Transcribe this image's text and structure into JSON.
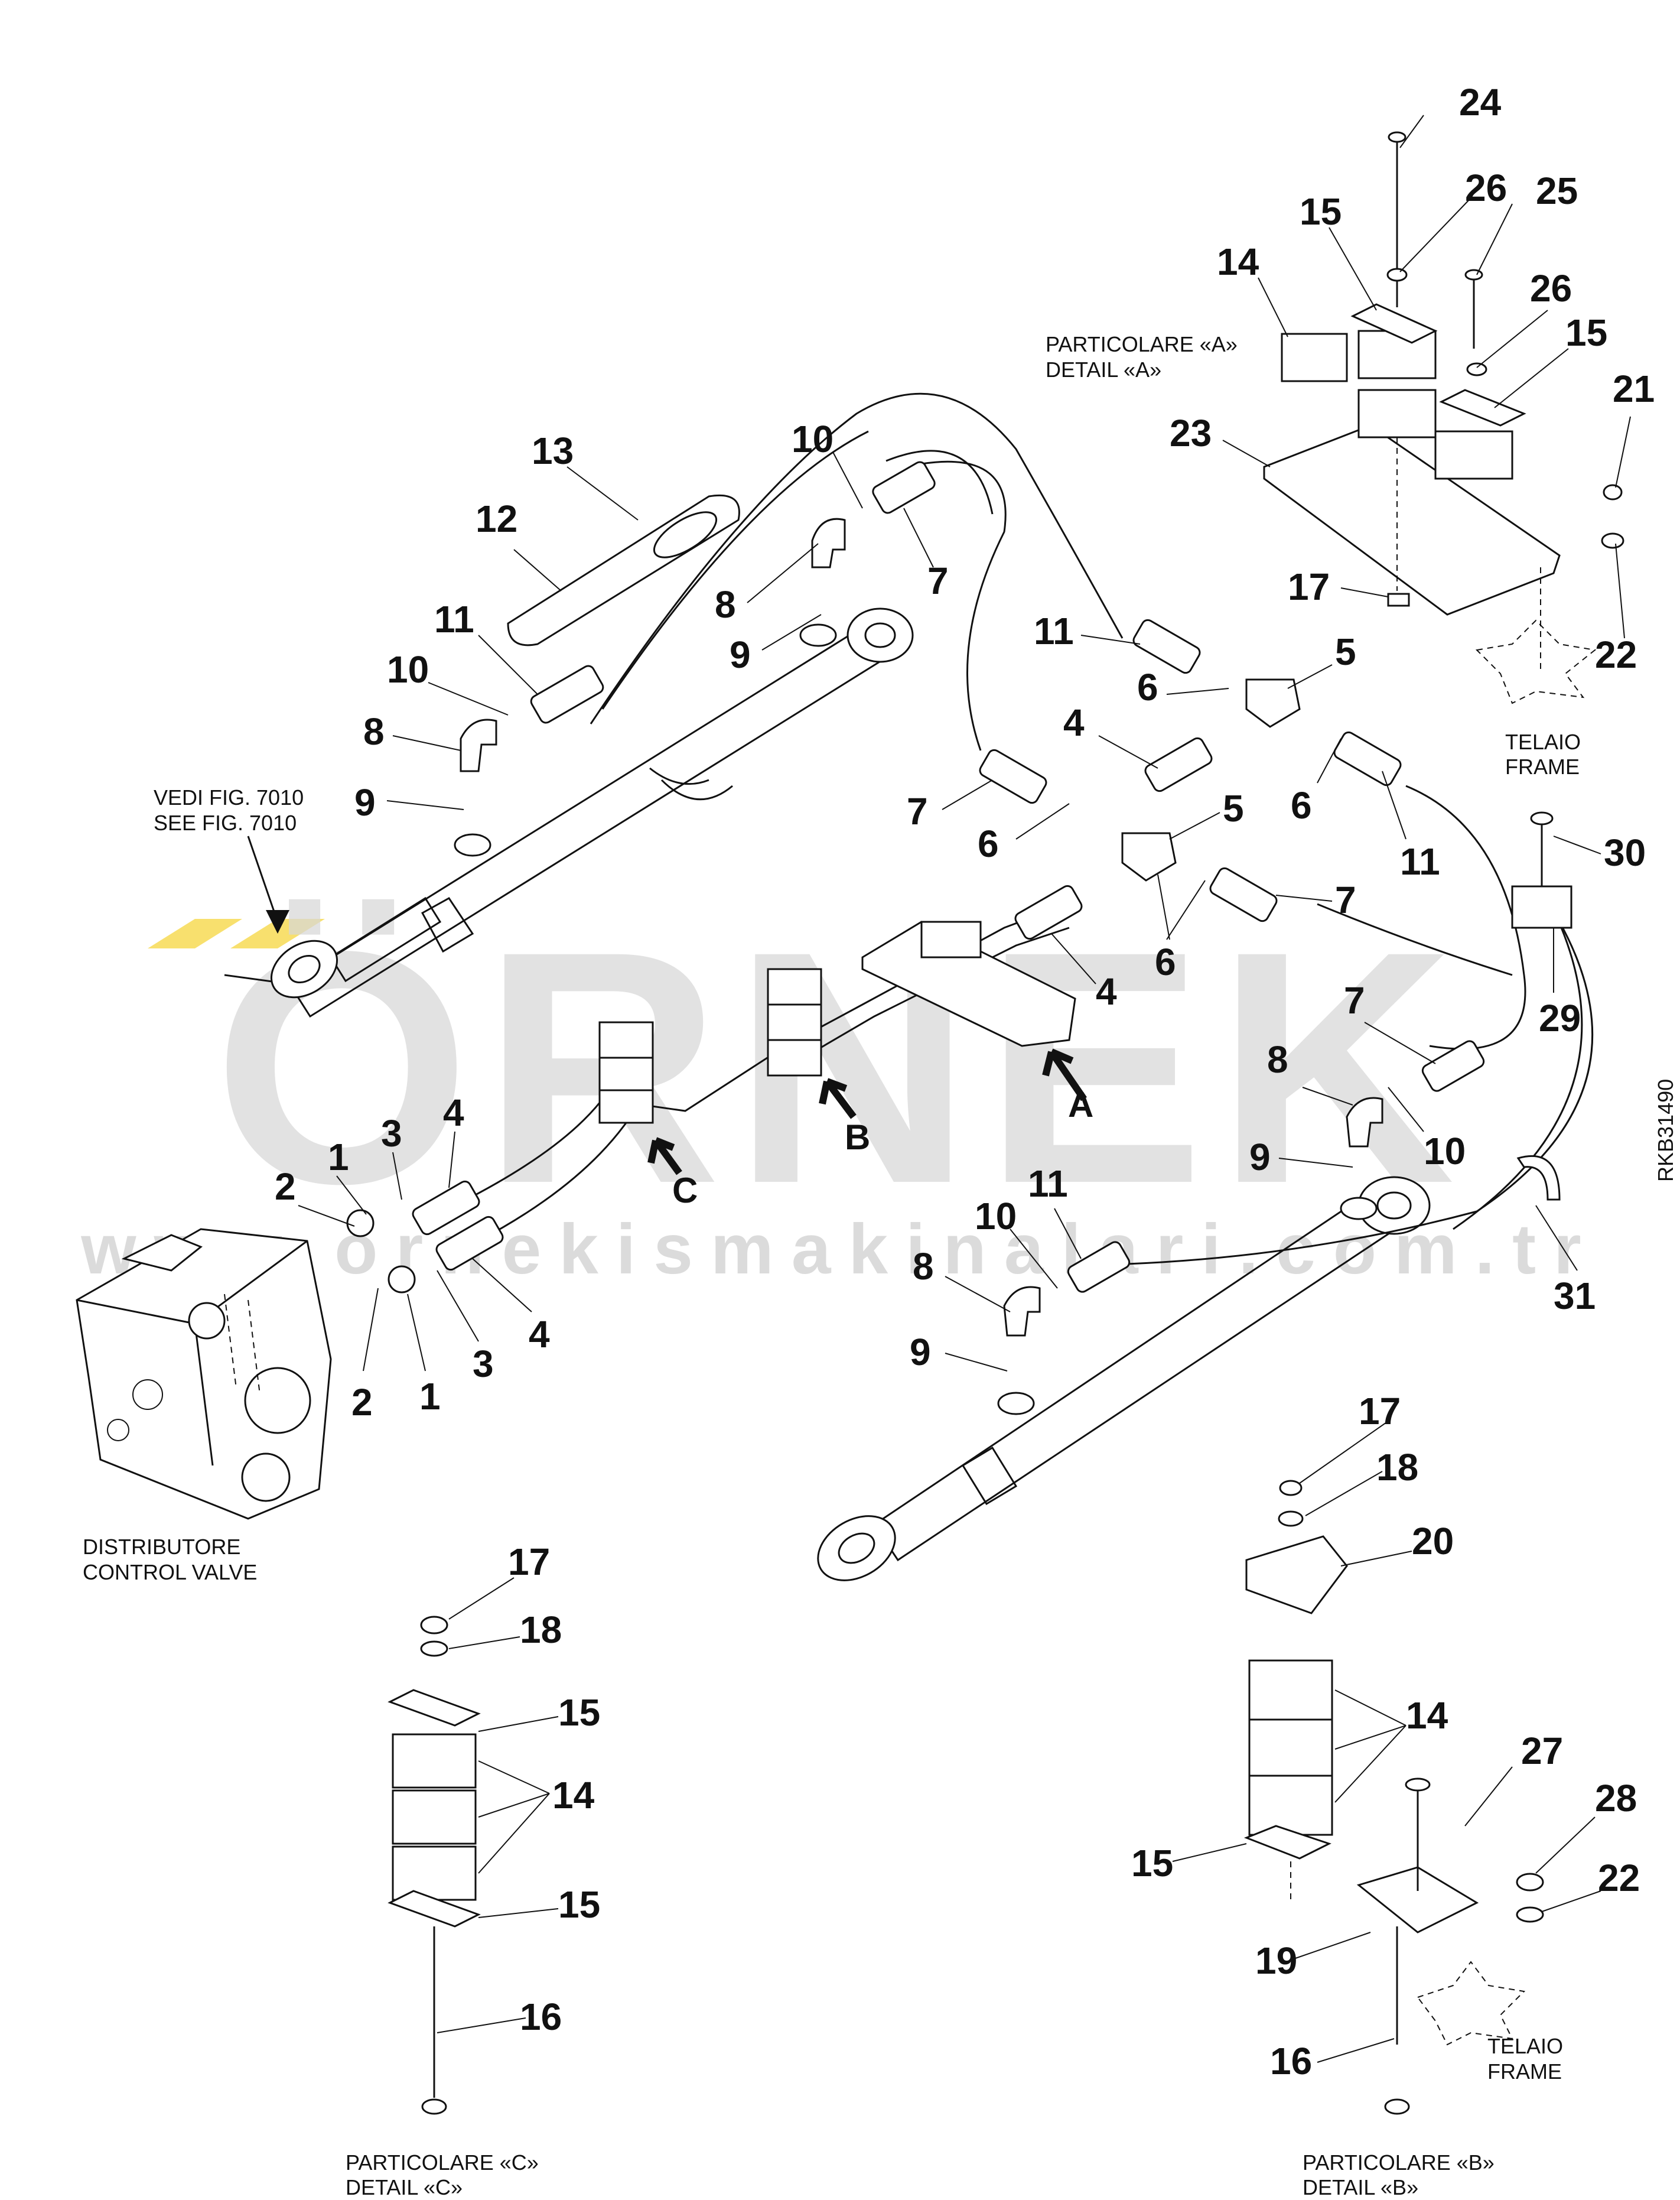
{
  "watermark": {
    "brand": "ÖRNEK",
    "url": "www.ornekismakinalari.com.tr",
    "color": "#d8d8d8",
    "accent": "#f6d84a"
  },
  "drawing_code": "RKB31490",
  "captions": {
    "detail_a": [
      "PARTICOLARE «A»",
      "DETAIL «A»"
    ],
    "detail_b": [
      "PARTICOLARE «B»",
      "DETAIL «B»"
    ],
    "detail_c": [
      "PARTICOLARE «C»",
      "DETAIL «C»"
    ],
    "frame_top": [
      "TELAIO",
      "FRAME"
    ],
    "frame_bottom": [
      "TELAIO",
      "FRAME"
    ],
    "see_fig": [
      "VEDI FIG. 7010",
      "SEE FIG. 7010"
    ],
    "control_valve": [
      "DISTRIBUTORE",
      "CONTROL VALVE"
    ]
  },
  "view_letters": {
    "a": "A",
    "b": "B",
    "c": "C"
  },
  "callouts": [
    {
      "id": "c24",
      "text": "24"
    },
    {
      "id": "c26a",
      "text": "26"
    },
    {
      "id": "c25",
      "text": "25"
    },
    {
      "id": "c15a",
      "text": "15"
    },
    {
      "id": "c14a",
      "text": "14"
    },
    {
      "id": "c26b",
      "text": "26"
    },
    {
      "id": "c15b",
      "text": "15"
    },
    {
      "id": "c21",
      "text": "21"
    },
    {
      "id": "c23",
      "text": "23"
    },
    {
      "id": "c17a",
      "text": "17"
    },
    {
      "id": "c22a",
      "text": "22"
    },
    {
      "id": "c13",
      "text": "13"
    },
    {
      "id": "c12",
      "text": "12"
    },
    {
      "id": "c10a",
      "text": "10"
    },
    {
      "id": "c7a",
      "text": "7"
    },
    {
      "id": "c8a",
      "text": "8"
    },
    {
      "id": "c9a",
      "text": "9"
    },
    {
      "id": "c11a",
      "text": "11"
    },
    {
      "id": "c10b",
      "text": "10"
    },
    {
      "id": "c8b",
      "text": "8"
    },
    {
      "id": "c9b",
      "text": "9"
    },
    {
      "id": "c11b",
      "text": "11"
    },
    {
      "id": "c5a",
      "text": "5"
    },
    {
      "id": "c6a",
      "text": "6"
    },
    {
      "id": "c4a",
      "text": "4"
    },
    {
      "id": "c6b",
      "text": "6"
    },
    {
      "id": "c11c",
      "text": "11"
    },
    {
      "id": "c7b",
      "text": "7"
    },
    {
      "id": "c6c",
      "text": "6"
    },
    {
      "id": "c5b",
      "text": "5"
    },
    {
      "id": "c7c",
      "text": "7"
    },
    {
      "id": "c6d",
      "text": "6"
    },
    {
      "id": "c4b",
      "text": "4"
    },
    {
      "id": "c30",
      "text": "30"
    },
    {
      "id": "c29",
      "text": "29"
    },
    {
      "id": "c7d",
      "text": "7"
    },
    {
      "id": "c8c",
      "text": "8"
    },
    {
      "id": "c10c",
      "text": "10"
    },
    {
      "id": "c9c",
      "text": "9"
    },
    {
      "id": "c31",
      "text": "31"
    },
    {
      "id": "c11d",
      "text": "11"
    },
    {
      "id": "c10d",
      "text": "10"
    },
    {
      "id": "c8d",
      "text": "8"
    },
    {
      "id": "c9d",
      "text": "9"
    },
    {
      "id": "c2a",
      "text": "2"
    },
    {
      "id": "c1a",
      "text": "1"
    },
    {
      "id": "c3a",
      "text": "3"
    },
    {
      "id": "c4c",
      "text": "4"
    },
    {
      "id": "c2b",
      "text": "2"
    },
    {
      "id": "c1b",
      "text": "1"
    },
    {
      "id": "c3b",
      "text": "3"
    },
    {
      "id": "c4d",
      "text": "4"
    },
    {
      "id": "c17b",
      "text": "17"
    },
    {
      "id": "c18a",
      "text": "18"
    },
    {
      "id": "c15c",
      "text": "15"
    },
    {
      "id": "c14b",
      "text": "14"
    },
    {
      "id": "c15d",
      "text": "15"
    },
    {
      "id": "c16a",
      "text": "16"
    },
    {
      "id": "c17c",
      "text": "17"
    },
    {
      "id": "c18b",
      "text": "18"
    },
    {
      "id": "c20",
      "text": "20"
    },
    {
      "id": "c14c",
      "text": "14"
    },
    {
      "id": "c27",
      "text": "27"
    },
    {
      "id": "c28",
      "text": "28"
    },
    {
      "id": "c22b",
      "text": "22"
    },
    {
      "id": "c15e",
      "text": "15"
    },
    {
      "id": "c19",
      "text": "19"
    },
    {
      "id": "c16b",
      "text": "16"
    }
  ]
}
